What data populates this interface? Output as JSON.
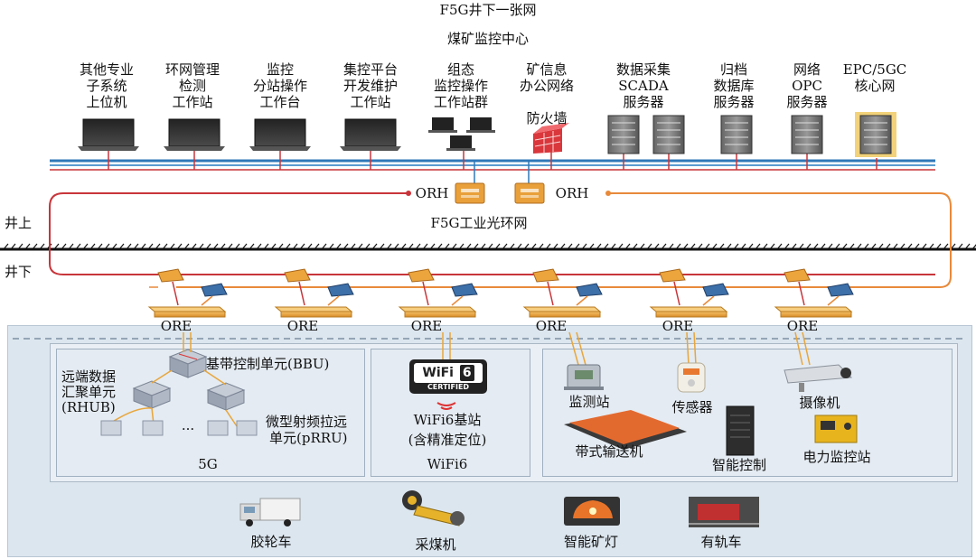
{
  "header": {
    "title": "F5G井下一张网",
    "subtitle": "煤矿监控中心"
  },
  "top_nodes": [
    {
      "lines": [
        "其他专业",
        "子系统",
        "上位机"
      ]
    },
    {
      "lines": [
        "环网管理",
        "检测",
        "工作站"
      ]
    },
    {
      "lines": [
        "监控",
        "分站操作",
        "工作台"
      ]
    },
    {
      "lines": [
        "集控平台",
        "开发维护",
        "工作站"
      ]
    },
    {
      "lines": [
        "组态",
        "监控操作",
        "工作站群"
      ]
    },
    {
      "lines": [
        "矿信息",
        "办公网络"
      ],
      "extra": "防火墙"
    },
    {
      "lines": [
        "数据采集",
        "SCADA",
        "服务器"
      ]
    },
    {
      "lines": [
        "归档",
        "数据库",
        "服务器"
      ]
    },
    {
      "lines": [
        "网络",
        "OPC",
        "服务器"
      ]
    },
    {
      "lines": [
        "EPC/5GC",
        "核心网"
      ]
    }
  ],
  "ring": {
    "orh_left": "ORH",
    "orh_right": "ORH",
    "name": "F5G工业光环网"
  },
  "levels": {
    "above": "井上",
    "below": "井下"
  },
  "ore_label": "ORE",
  "five_g": {
    "bbu": "基带控制单元(BBU)",
    "rhub": [
      "远端数据",
      "汇聚单元",
      "(RHUB)"
    ],
    "prru": [
      "微型射频拉远",
      "单元(pRRU)"
    ],
    "dots": "···",
    "title": "5G"
  },
  "wifi": {
    "badge_top": "WiFi",
    "badge_num": "6",
    "badge_bottom": "CERTIFIED",
    "station": "WiFi6基站",
    "station_note": "(含精准定位)",
    "title": "WiFi6"
  },
  "devices": {
    "monitor_station": "监测站",
    "sensor": "传感器",
    "camera": "摄像机",
    "conveyor": "带式输送机",
    "smart_control": "智能控制",
    "power_station": "电力监控站"
  },
  "bottom": {
    "rubber_car": "胶轮车",
    "shearer": "采煤机",
    "mine_lamp": "智能矿灯",
    "rail_car": "有轨车"
  },
  "colors": {
    "bus_blue": "#2f78b8",
    "ring_red": "#c8353a",
    "ring_orange": "#e8893a",
    "ore_orange": "#eba53c"
  }
}
